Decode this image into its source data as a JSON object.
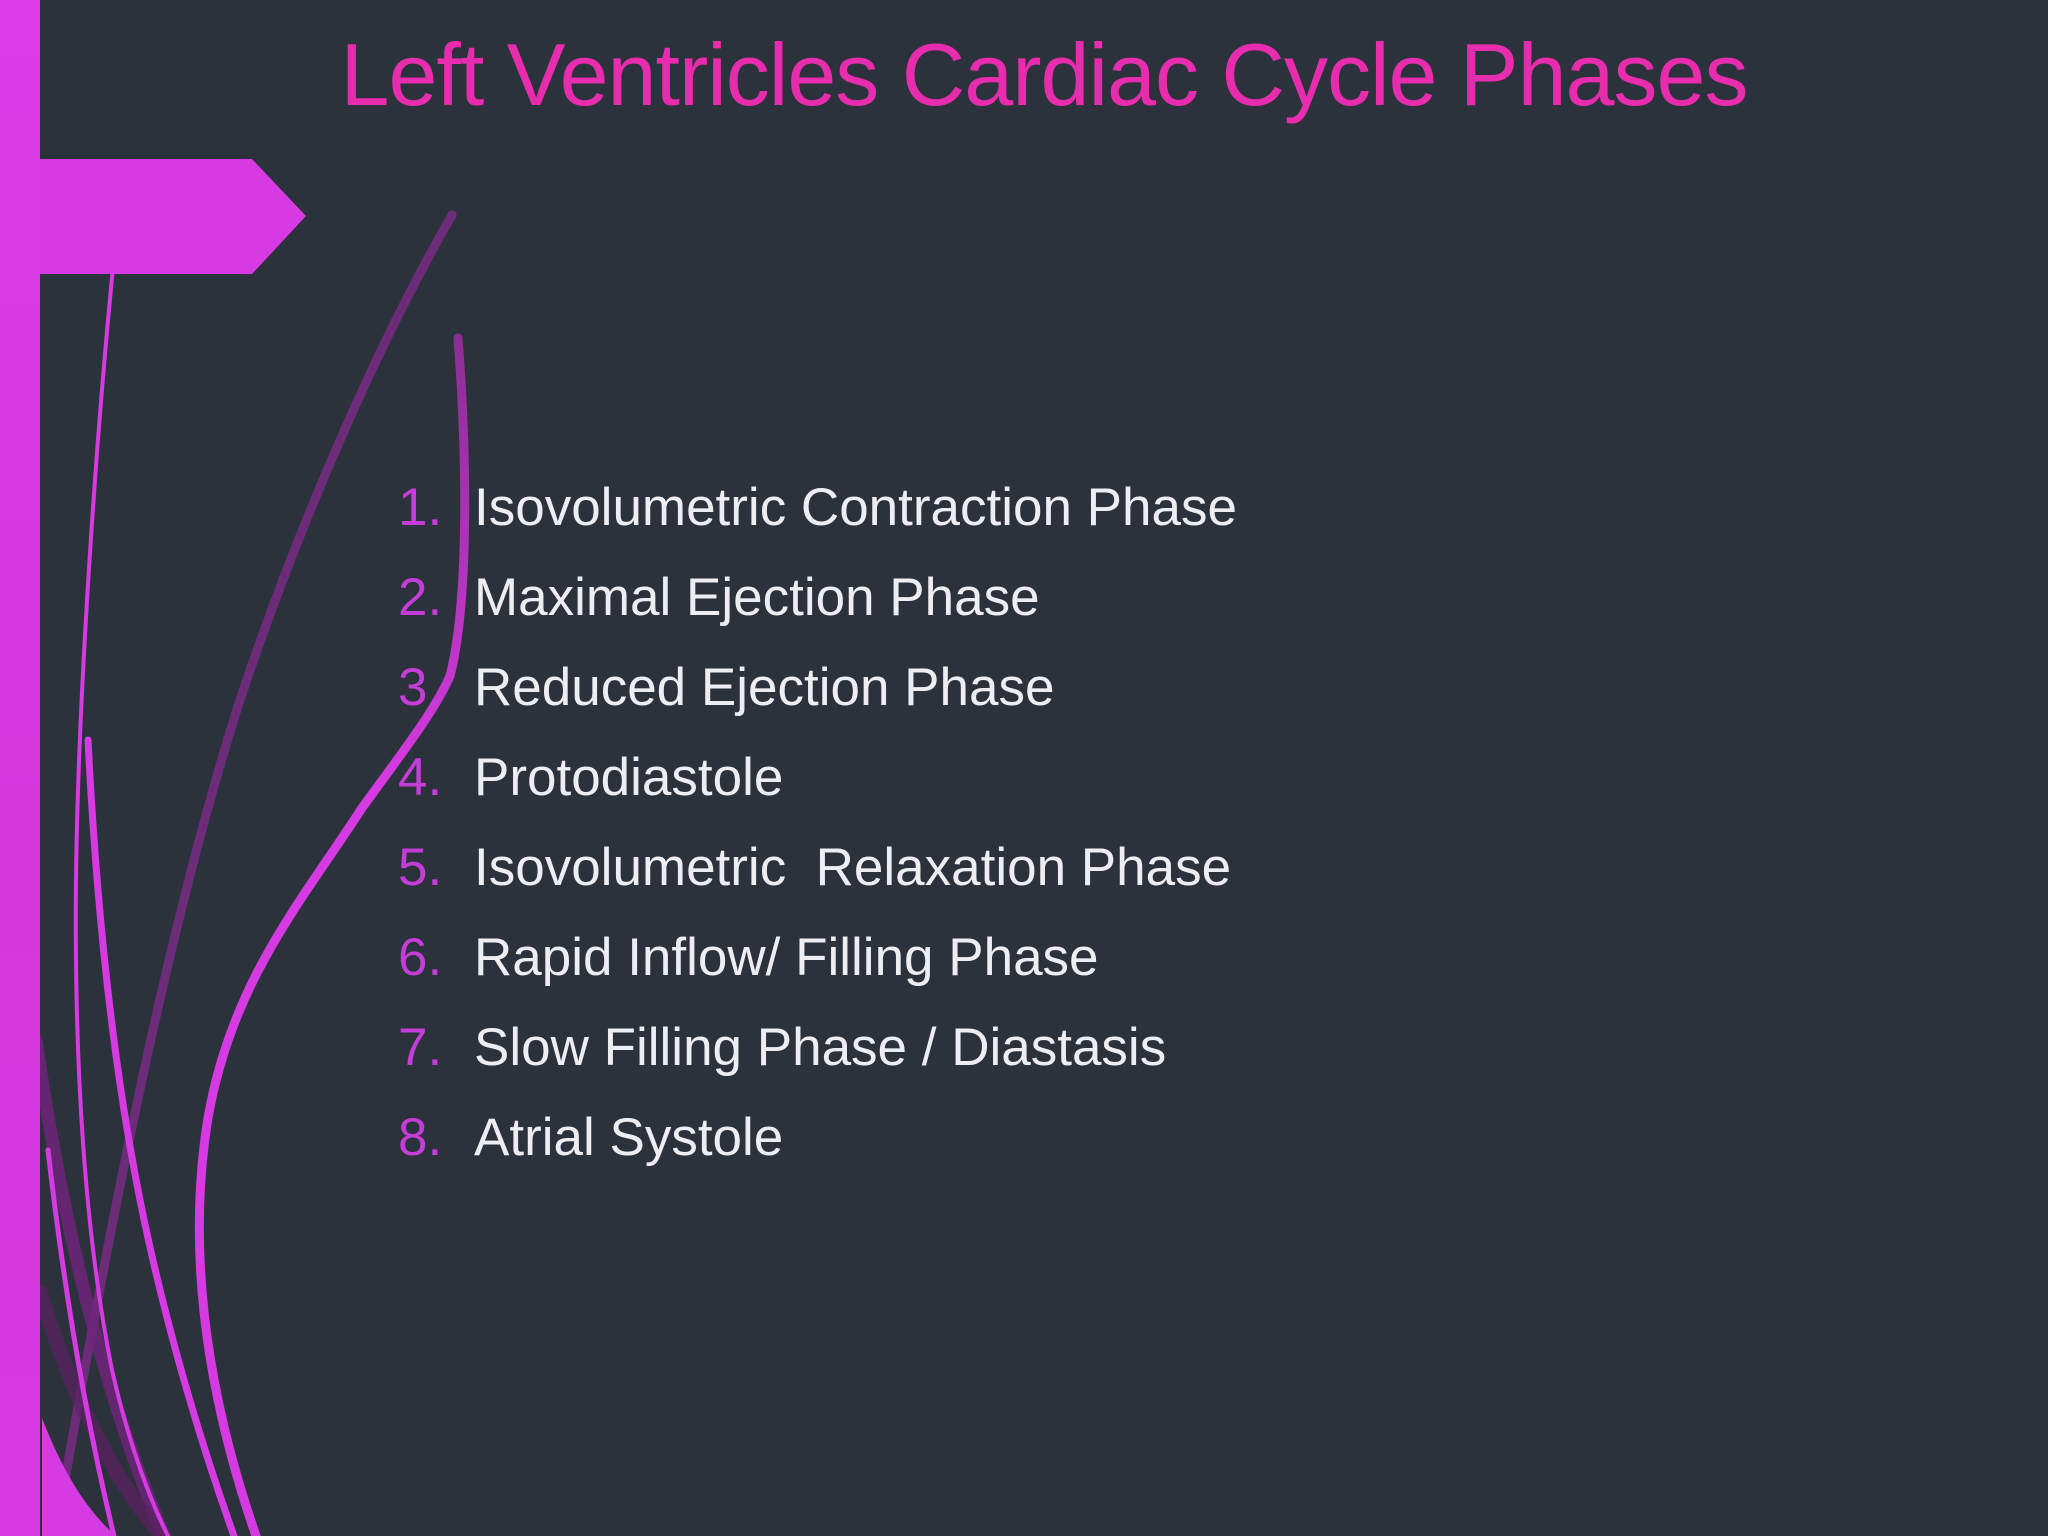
{
  "slide": {
    "title": "Left Ventricles Cardiac Cycle Phases",
    "list": {
      "items": [
        {
          "number": "1.",
          "text": "Isovolumetric Contraction Phase"
        },
        {
          "number": "2.",
          "text": "Maximal Ejection Phase"
        },
        {
          "number": "3.",
          "text": "Reduced Ejection Phase"
        },
        {
          "number": "4.",
          "text": "Protodiastole"
        },
        {
          "number": "5.",
          "text": "Isovolumetric  Relaxation Phase"
        },
        {
          "number": "6.",
          "text": "Rapid Inflow/ Filling Phase"
        },
        {
          "number": "7.",
          "text": "Slow Filling Phase / Diastasis"
        },
        {
          "number": "8.",
          "text": "Atrial Systole"
        }
      ]
    },
    "colors": {
      "background": "#2c323c",
      "title_pink": "#e72cae",
      "accent_magenta": "#d63ae2",
      "number_magenta": "#c43dd8",
      "text_light": "#eeedf1",
      "swoosh_dark": "#7e2b8a"
    }
  }
}
